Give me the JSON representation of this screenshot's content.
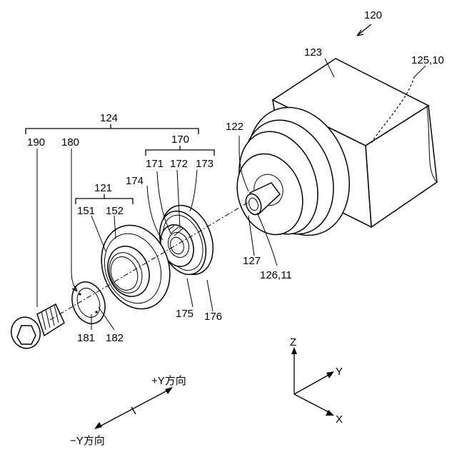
{
  "labels": {
    "l120": "120",
    "l123": "123",
    "l125_10": "125,10",
    "l124": "124",
    "l170": "170",
    "l122": "122",
    "l190": "190",
    "l180": "180",
    "l171": "171",
    "l172": "172",
    "l173": "173",
    "l174": "174",
    "l121": "121",
    "l151": "151",
    "l152": "152",
    "l127": "127",
    "l126_11": "126,11",
    "l175": "175",
    "l176": "176",
    "l181": "181",
    "l182": "182"
  },
  "axes": {
    "z": "Z",
    "y": "Y",
    "x": "X",
    "plus_y": "+Y方向",
    "minus_y": "−Y方向"
  }
}
